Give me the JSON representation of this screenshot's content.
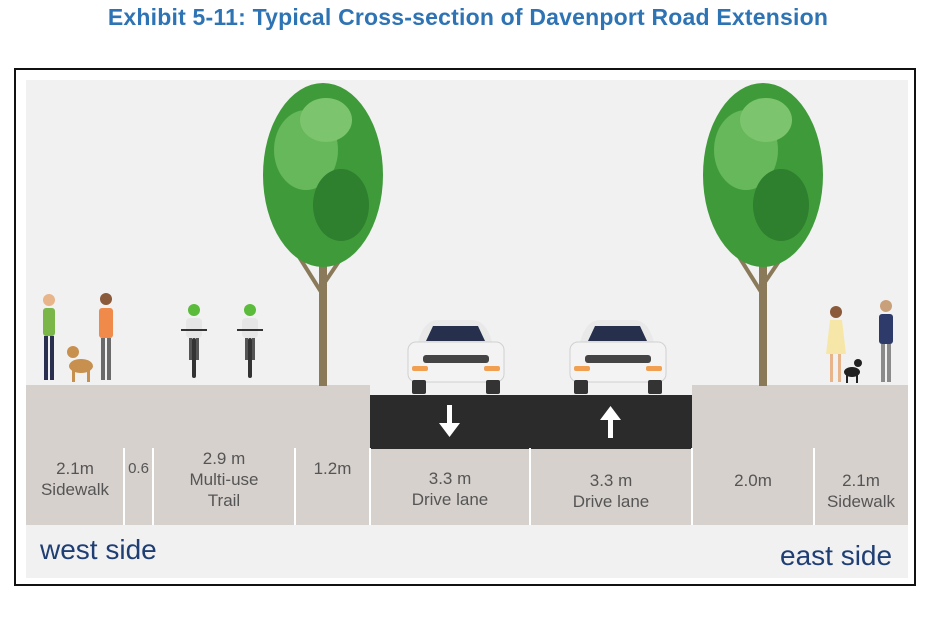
{
  "title": "Exhibit 5-11: Typical Cross-section of Davenport Road Extension",
  "segments": [
    {
      "width": "2.1m",
      "label": "Sidewalk"
    },
    {
      "width": "0.6",
      "label": ""
    },
    {
      "width": "2.9 m",
      "label": "Multi-use",
      "label2": "Trail"
    },
    {
      "width": "1.2m",
      "label": ""
    },
    {
      "width": "3.3 m",
      "label": "Drive lane"
    },
    {
      "width": "3.3 m",
      "label": "Drive lane"
    },
    {
      "width": "2.0m",
      "label": ""
    },
    {
      "width": "2.1m",
      "label": "Sidewalk"
    }
  ],
  "sides": {
    "west": "west side",
    "east": "east side"
  },
  "lanes": [
    {
      "direction": "down"
    },
    {
      "direction": "up"
    }
  ],
  "colors": {
    "title": "#2e74b5",
    "ground": "#d6d1cd",
    "road": "#2b2b2b",
    "side_label": "#1f3f74"
  }
}
